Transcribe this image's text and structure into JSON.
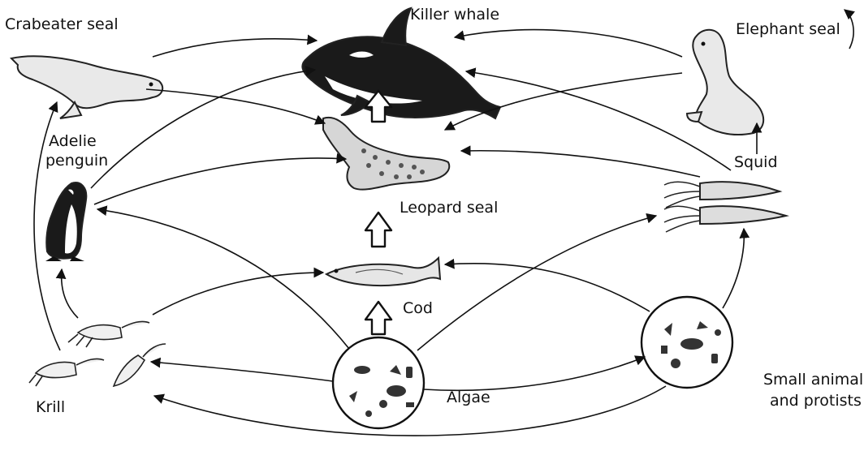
{
  "diagram": {
    "organisms": {
      "killer_whale": "Killer whale",
      "crabeater_seal": "Crabeater seal",
      "elephant_seal": "Elephant seal",
      "adelie_penguin_line1": "Adelie",
      "adelie_penguin_line2": "penguin",
      "leopard_seal": "Leopard seal",
      "squid": "Squid",
      "cod": "Cod",
      "krill": "Krill",
      "algae": "Algae",
      "small_animals_line1": "Small animals",
      "small_animals_line2": "and protists"
    },
    "colors": {
      "orca_dark": "#1a1a1a",
      "seal_light": "#e9e9e9",
      "spots": "#555555",
      "squid_fill": "#dddddd"
    }
  }
}
